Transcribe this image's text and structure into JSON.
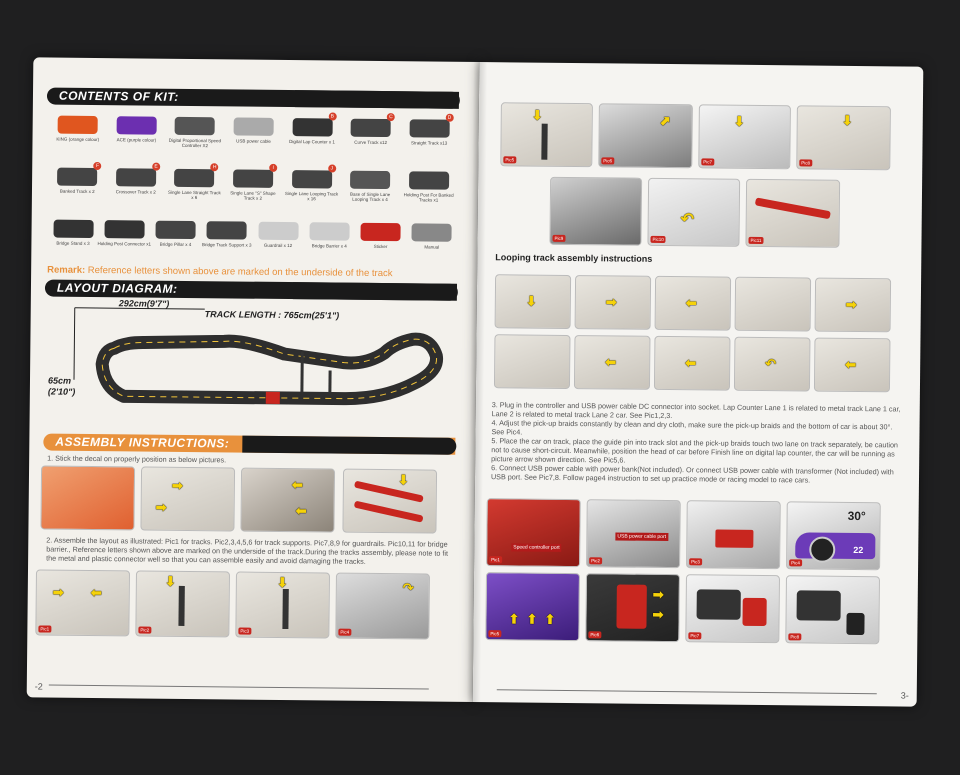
{
  "left_page": {
    "contents_heading": "CONTENTS OF KIT:",
    "kit": [
      {
        "label": "KING (orange colour)",
        "letter": ""
      },
      {
        "label": "ACE (purple colour)",
        "letter": ""
      },
      {
        "label": "Digital Proportional Speed Controller X2",
        "letter": ""
      },
      {
        "label": "USB power cable",
        "letter": ""
      },
      {
        "label": "Digital Lap Counter x 1",
        "letter": "B"
      },
      {
        "label": "Curve Track x12",
        "letter": "C"
      },
      {
        "label": "Straight Track x13",
        "letter": "D"
      },
      {
        "label": "Banked Track x 2",
        "letter": "F"
      },
      {
        "label": "Crossover Track x 2",
        "letter": "E"
      },
      {
        "label": "Single Lane Straight Track x 6",
        "letter": "H"
      },
      {
        "label": "Single Lane \"S\" Shape Track x 2",
        "letter": "I"
      },
      {
        "label": "Single Lane Looping Track x 16",
        "letter": "J"
      },
      {
        "label": "Base of Single Lane Looping Track x 4",
        "letter": ""
      },
      {
        "label": "Holding Post For Banked Tracks x1",
        "letter": ""
      },
      {
        "label": "Bridge Stand x 3",
        "letter": ""
      },
      {
        "label": "Holding Post Connector x1",
        "letter": ""
      },
      {
        "label": "Bridge Pillar x 4",
        "letter": ""
      },
      {
        "label": "Bridge Track Support x 3",
        "letter": ""
      },
      {
        "label": "Guardrail x 12",
        "letter": ""
      },
      {
        "label": "Bridge Barrier x 4",
        "letter": ""
      },
      {
        "label": "Sticker",
        "letter": ""
      },
      {
        "label": "Manual",
        "letter": ""
      }
    ],
    "remark_label": "Remark:",
    "remark_text": "Reference letters shown above are marked on the underside of the track",
    "layout_heading": "LAYOUT DIAGRAM:",
    "width_dim": "292cm(9'7\")",
    "track_length": "TRACK LENGTH : 765cm(25'1\")",
    "height_dim_1": "65cm",
    "height_dim_2": "(2'10\")",
    "assembly_heading": "ASSEMBLY INSTRUCTIONS:",
    "step1": "1. Stick the decal on properly position as below pictures.",
    "step2": "2. Assemble the layout as illustrated: Pic1 for tracks. Pic2,3,4,5,6 for track supports. Pic7,8,9 for guardrails. Pic10,11 for bridge barrier., Reference letters shown above are marked on the underside of the track.During the tracks assembly, please note to fit the metal and plastic connector well so that you can assemble easily and avoid damaging the tracks.",
    "pics_bottom": [
      "Pic1",
      "Pic2",
      "Pic3",
      "Pic4"
    ],
    "page_number": "-2"
  },
  "right_page": {
    "pics_top": [
      "Pic5",
      "Pic6",
      "Pic7",
      "Pic8"
    ],
    "pics_mid": [
      "Pic9",
      "Pic10",
      "Pic11"
    ],
    "looping_heading": "Looping track assembly instructions",
    "steps": [
      "3. Plug in the controller and USB power cable DC connector into socket. Lap Counter Lane 1 is related to metal track Lane 1 car, Lane 2 is related to metal track Lane 2 car. See Pic1,2,3.",
      "4. Adjust the pick-up braids constantly by clean and dry cloth, make sure the pick-up braids and the bottom of car is about 30°. See Pic4.",
      "5. Place the car on track, place the guide pin into track slot and the pick-up braids touch two lane on track separately, be caution not to cause short-circuit. Meanwhile, position the head of car before Finish line on digital lap counter, the car will be running as picture arrow shown direction. See Pic5,6.",
      "6. Connect USB power cable with power bank(Not included). Or connect USB power cable with transformer (Not included) with USB port. See Pic7,8. Follow page4 instruction to set up practice mode or racing model to race cars."
    ],
    "speed_port": "Speed controller port",
    "usb_port": "USB power cable port",
    "angle": "30°",
    "car_number": "22",
    "pics_lower": [
      "Pic1",
      "Pic2",
      "Pic3",
      "Pic4",
      "Pic5",
      "Pic6",
      "Pic7",
      "Pic8"
    ],
    "page_number": "3-"
  },
  "colors": {
    "orange": "#e8913c",
    "banner": "#1a1a1a",
    "yellow_arrow": "#f5d20a",
    "red": "#c8261f"
  }
}
